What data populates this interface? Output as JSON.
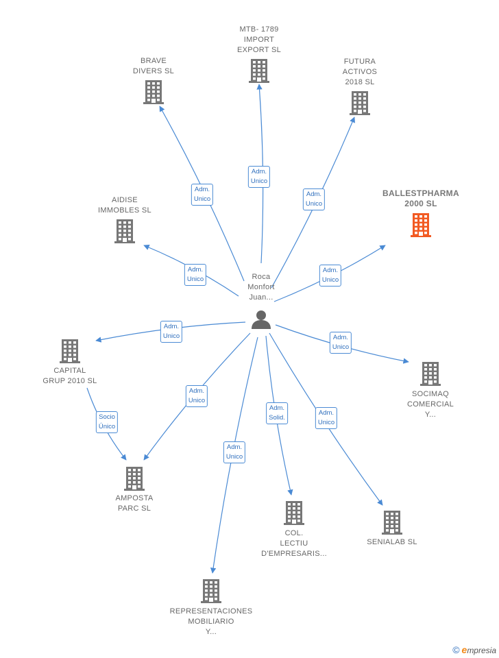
{
  "colors": {
    "edge": "#4a8ad4",
    "building": "#777777",
    "highlight": "#f25a22",
    "person": "#666666"
  },
  "center": {
    "label_lines": [
      "Roca",
      "Monfort",
      "Juan..."
    ],
    "icon": "person-icon"
  },
  "nodes": [
    {
      "id": "mtb",
      "lines": [
        "MTB- 1789",
        "IMPORT",
        "EXPORT  SL"
      ],
      "highlight": false
    },
    {
      "id": "brave",
      "lines": [
        "BRAVE",
        "DIVERS  SL"
      ],
      "highlight": false
    },
    {
      "id": "futura",
      "lines": [
        "FUTURA",
        "ACTIVOS",
        "2018  SL"
      ],
      "highlight": false
    },
    {
      "id": "ballest",
      "lines": [
        "BALLESTPHARMA",
        "2000  SL"
      ],
      "highlight": true
    },
    {
      "id": "aidise",
      "lines": [
        "AIDISE",
        "IMMOBLES  SL"
      ],
      "highlight": false
    },
    {
      "id": "capital",
      "lines": [
        "CAPITAL",
        "GRUP 2010  SL"
      ],
      "highlight": false
    },
    {
      "id": "socimaq",
      "lines": [
        "SOCIMAQ",
        "COMERCIAL",
        "Y..."
      ],
      "highlight": false
    },
    {
      "id": "amposta",
      "lines": [
        "AMPOSTA",
        "PARC  SL"
      ],
      "highlight": false
    },
    {
      "id": "col",
      "lines": [
        "COL.",
        "LECTIU",
        "D'EMPRESARIS..."
      ],
      "highlight": false
    },
    {
      "id": "senialab",
      "lines": [
        "SENIALAB  SL"
      ],
      "highlight": false
    },
    {
      "id": "repr",
      "lines": [
        "REPRESENTACIONES",
        "MOBILIARIO",
        "Y..."
      ],
      "highlight": false
    }
  ],
  "edges": [
    {
      "to": "mtb",
      "label_lines": [
        "Adm.",
        "Unico"
      ]
    },
    {
      "to": "brave",
      "label_lines": [
        "Adm.",
        "Unico"
      ]
    },
    {
      "to": "futura",
      "label_lines": [
        "Adm.",
        "Unico"
      ]
    },
    {
      "to": "ballest",
      "label_lines": [
        "Adm.",
        "Unico"
      ]
    },
    {
      "to": "aidise",
      "label_lines": [
        "Adm.",
        "Unico"
      ]
    },
    {
      "to": "capital",
      "label_lines": [
        "Adm.",
        "Unico"
      ]
    },
    {
      "to": "socimaq",
      "label_lines": [
        "Adm.",
        "Unico"
      ]
    },
    {
      "to": "amposta",
      "label_lines": [
        "Adm.",
        "Unico"
      ]
    },
    {
      "to": "col",
      "label_lines": [
        "Adm.",
        "Solid."
      ]
    },
    {
      "to": "senialab",
      "label_lines": [
        "Adm.",
        "Unico"
      ]
    },
    {
      "to": "repr",
      "label_lines": [
        "Adm.",
        "Unico"
      ]
    },
    {
      "from": "capital",
      "to": "amposta",
      "label_lines": [
        "Socio",
        "Único"
      ]
    }
  ],
  "footer": {
    "copyright": "©",
    "brand_initial": "e",
    "brand_rest": "mpresia"
  }
}
